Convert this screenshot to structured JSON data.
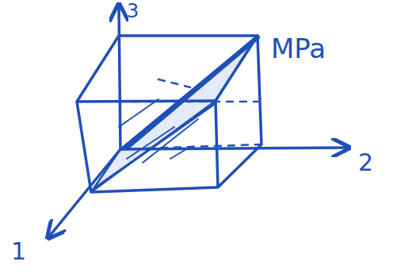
{
  "diagram": {
    "labels": [
      "3",
      "2",
      "1",
      "MPa"
    ]
  }
}
